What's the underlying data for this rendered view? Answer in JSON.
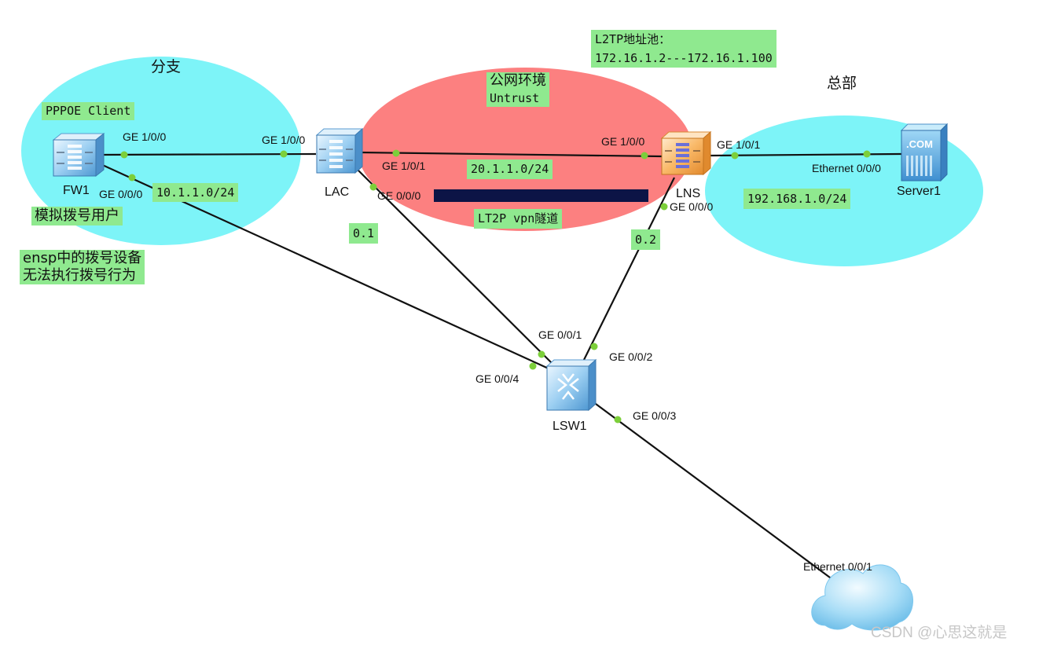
{
  "zones": {
    "branch": "分支",
    "public_line1": "公网环境",
    "public_line2": "Untrust",
    "hq": "总部"
  },
  "devices": {
    "fw1": "FW1",
    "lac": "LAC",
    "lns": "LNS",
    "server1": "Server1",
    "lsw1": "LSW1",
    "server_badge": ".COM"
  },
  "ports": {
    "fw1_ge100": "GE 1/0/0",
    "fw1_ge000": "GE 0/0/0",
    "lac_ge100": "GE 1/0/0",
    "lac_ge101": "GE 1/0/1",
    "lac_ge000": "GE 0/0/0",
    "lns_ge100": "GE 1/0/0",
    "lns_ge101": "GE 1/0/1",
    "lns_ge000": "GE 0/0/0",
    "server_eth": "Ethernet 0/0/0",
    "lsw_ge001": "GE 0/0/1",
    "lsw_ge002": "GE 0/0/2",
    "lsw_ge003": "GE 0/0/3",
    "lsw_ge004": "GE 0/0/4",
    "cloud_eth": "Ethernet 0/0/1"
  },
  "notes": {
    "pppoe": "PPPOE Client",
    "net_branch": "10.1.1.0/24",
    "sim_user": "模拟拨号用户",
    "ensp_line1": "ensp中的拨号设备",
    "ensp_line2": "无法执行拨号行为",
    "net_public": "20.1.1.0/24",
    "tunnel": "LT2P vpn隧道",
    "addr_01": "0.1",
    "addr_02": "0.2",
    "pool_line1": "L2TP地址池：",
    "pool_line2": "172.16.1.2---172.16.1.100",
    "net_hq": "192.168.1.0/24"
  },
  "watermark": "CSDN @心思这就是",
  "colors": {
    "zone_cyan": "#7df4f8",
    "zone_red": "#fc8080",
    "note_green": "#8fe98f",
    "port_dot": "#7ccf3a",
    "tunnel_bar": "#0c1446"
  }
}
